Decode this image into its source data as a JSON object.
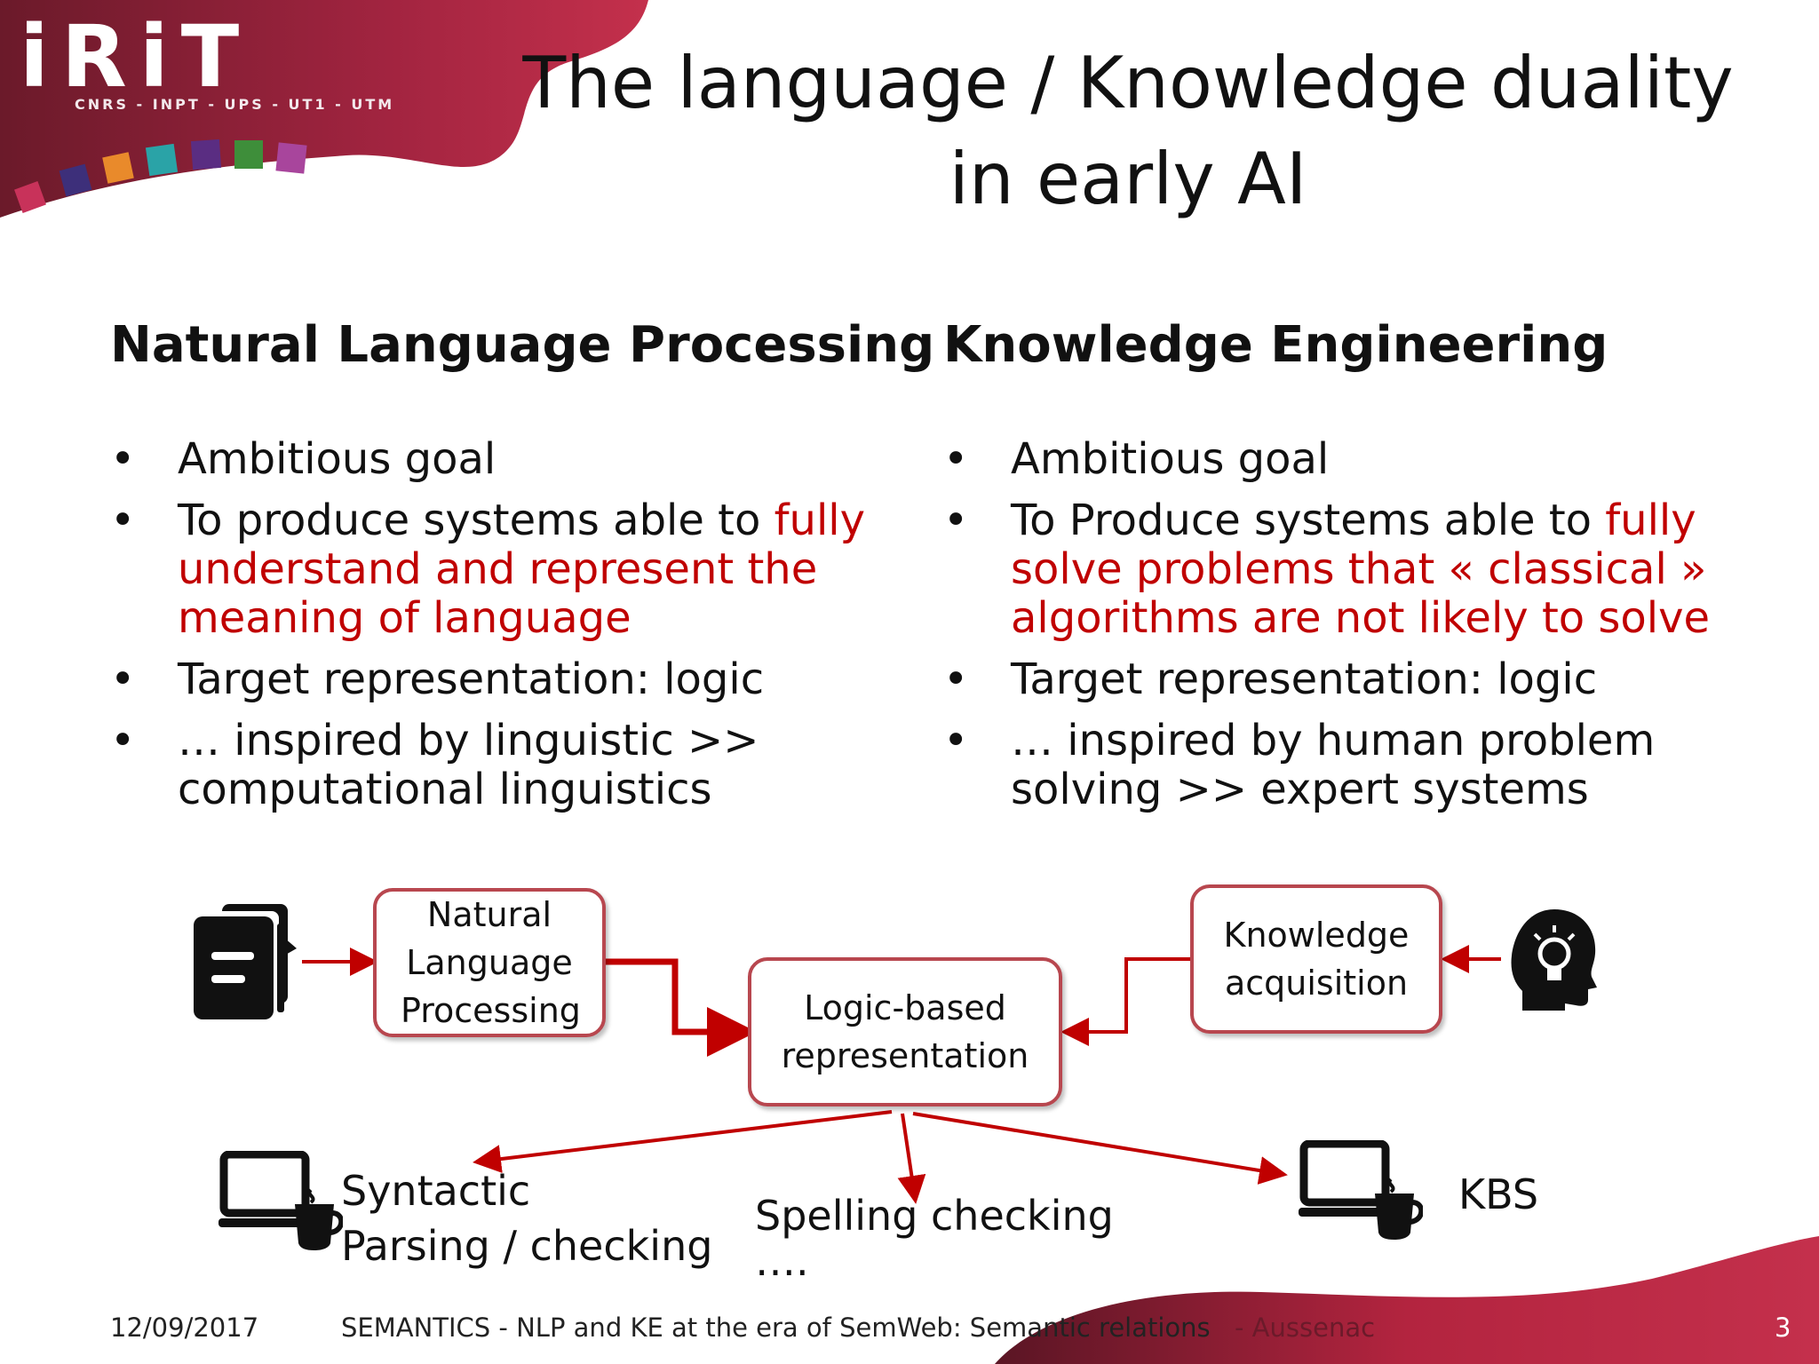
{
  "header": {
    "logo_text": "iRiT",
    "logo_subtitle": "CNRS - INPT - UPS - UT1 - UTM",
    "title_line1": "The language / Knowledge duality",
    "title_line2": "in early AI"
  },
  "left_column": {
    "heading": "Natural Language Processing",
    "bullets": [
      {
        "text": "Ambitious goal",
        "highlight": ""
      },
      {
        "text": "To produce systems able to ",
        "highlight": "fully understand and represent the meaning of language"
      },
      {
        "text": "Target representation: logic",
        "highlight": ""
      },
      {
        "text": "… inspired by linguistic >> computational linguistics",
        "highlight": ""
      }
    ]
  },
  "right_column": {
    "heading": "Knowledge Engineering",
    "bullets": [
      {
        "text": "Ambitious goal",
        "highlight": ""
      },
      {
        "text": "To Produce systems able to ",
        "highlight": "fully solve problems that « classical » algorithms are not likely to solve"
      },
      {
        "text": "Target representation: logic",
        "highlight": ""
      },
      {
        "text": "… inspired by human problem solving >> expert systems",
        "highlight": ""
      }
    ]
  },
  "diagram": {
    "box_nlp": "Natural Language Processing",
    "box_logic": "Logic-based representation",
    "box_ka": "Knowledge acquisition",
    "out_syntactic_line1": "Syntactic",
    "out_syntactic_line2": "Parsing / checking",
    "out_spelling": "Spelling checking",
    "out_ellipsis": "….",
    "out_kbs": "KBS",
    "icons": [
      "documents-icon",
      "head-lightbulb-icon",
      "laptop-coffee-icon",
      "laptop-coffee-icon"
    ]
  },
  "footer": {
    "date": "12/09/2017",
    "caption": "SEMANTICS - NLP and KE at the era of SemWeb: Semantic relations",
    "author": "- Aussenac",
    "page_number": "3"
  },
  "colors": {
    "accent_red": "#c00000",
    "brand_dark": "#6b1a2a",
    "brand_mid": "#b3243f",
    "box_border": "#b8474f",
    "arrow": "#c00000"
  }
}
